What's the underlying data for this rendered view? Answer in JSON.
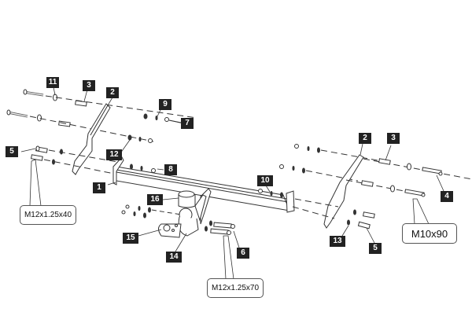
{
  "title": "Tow bar assembly exploded diagram",
  "callouts": [
    {
      "id": "c11",
      "label": "11",
      "part": "washer"
    },
    {
      "id": "c3l",
      "label": "3",
      "part": "spacer-sleeve-left"
    },
    {
      "id": "c2l",
      "label": "2",
      "part": "side-bracket-left"
    },
    {
      "id": "c9",
      "label": "9",
      "part": "spring-washer"
    },
    {
      "id": "c7",
      "label": "7",
      "part": "nut"
    },
    {
      "id": "c5l",
      "label": "5",
      "part": "bolt-left"
    },
    {
      "id": "c12",
      "label": "12",
      "part": "washer-12"
    },
    {
      "id": "c8",
      "label": "8",
      "part": "nut-set-8"
    },
    {
      "id": "c1",
      "label": "1",
      "part": "crossbeam"
    },
    {
      "id": "c10",
      "label": "10",
      "part": "nut-set-10"
    },
    {
      "id": "c16",
      "label": "16",
      "part": "ball-cover"
    },
    {
      "id": "c15",
      "label": "15",
      "part": "socket-plate"
    },
    {
      "id": "c14",
      "label": "14",
      "part": "tow-ball"
    },
    {
      "id": "c6",
      "label": "6",
      "part": "bolt-6"
    },
    {
      "id": "c2r",
      "label": "2",
      "part": "side-bracket-right"
    },
    {
      "id": "c3r",
      "label": "3",
      "part": "spacer-sleeve-right"
    },
    {
      "id": "c4",
      "label": "4",
      "part": "bolt-4"
    },
    {
      "id": "c13",
      "label": "13",
      "part": "washer-13"
    },
    {
      "id": "c5r",
      "label": "5",
      "part": "bolt-right"
    }
  ],
  "specs": {
    "left": "M12x1.25x40",
    "bottom": "M12x1.25x70",
    "right": "M10x90"
  },
  "colors": {
    "line": "#333333",
    "callout_bg": "#222222",
    "callout_text": "#ffffff",
    "background": "#ffffff"
  }
}
